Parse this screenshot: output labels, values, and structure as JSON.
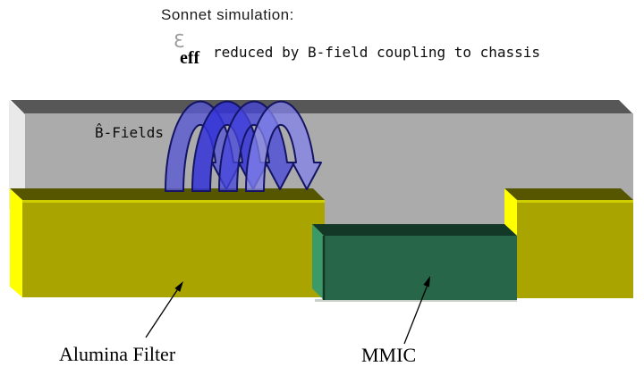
{
  "header": {
    "title": "Sonnet simulation:"
  },
  "formula": {
    "epsilon": "Ɛ",
    "subscript": "eff",
    "description": "reduced by B-field coupling to chassis"
  },
  "diagram": {
    "bfields_label": "B̂-Fields",
    "labels": {
      "alumina": "Alumina Filter",
      "mmic": "MMIC"
    },
    "colors": {
      "chassis_front": "#ababab",
      "chassis_top": "#575757",
      "chassis_left": "#e9e9e9",
      "alumina_front": "#a9a400",
      "alumina_side": "#ffff00",
      "alumina_top": "#565600",
      "alumina_edge": "#cfcf00",
      "mmic_front": "#276649",
      "mmic_side": "#3c9a68",
      "mmic_top": "#133828",
      "mmic_edge": "#143626",
      "mmic_base_line": "#c9cfc9",
      "field_arch_1": "rgba(90,90,210,0.80)",
      "field_arch_2": "rgba(50,50,215,0.85)",
      "field_arch_3": "rgba(70,70,220,0.75)",
      "field_arch_4": "rgba(130,130,235,0.75)",
      "arch_outline": "#141464",
      "leader": "#000000"
    }
  }
}
